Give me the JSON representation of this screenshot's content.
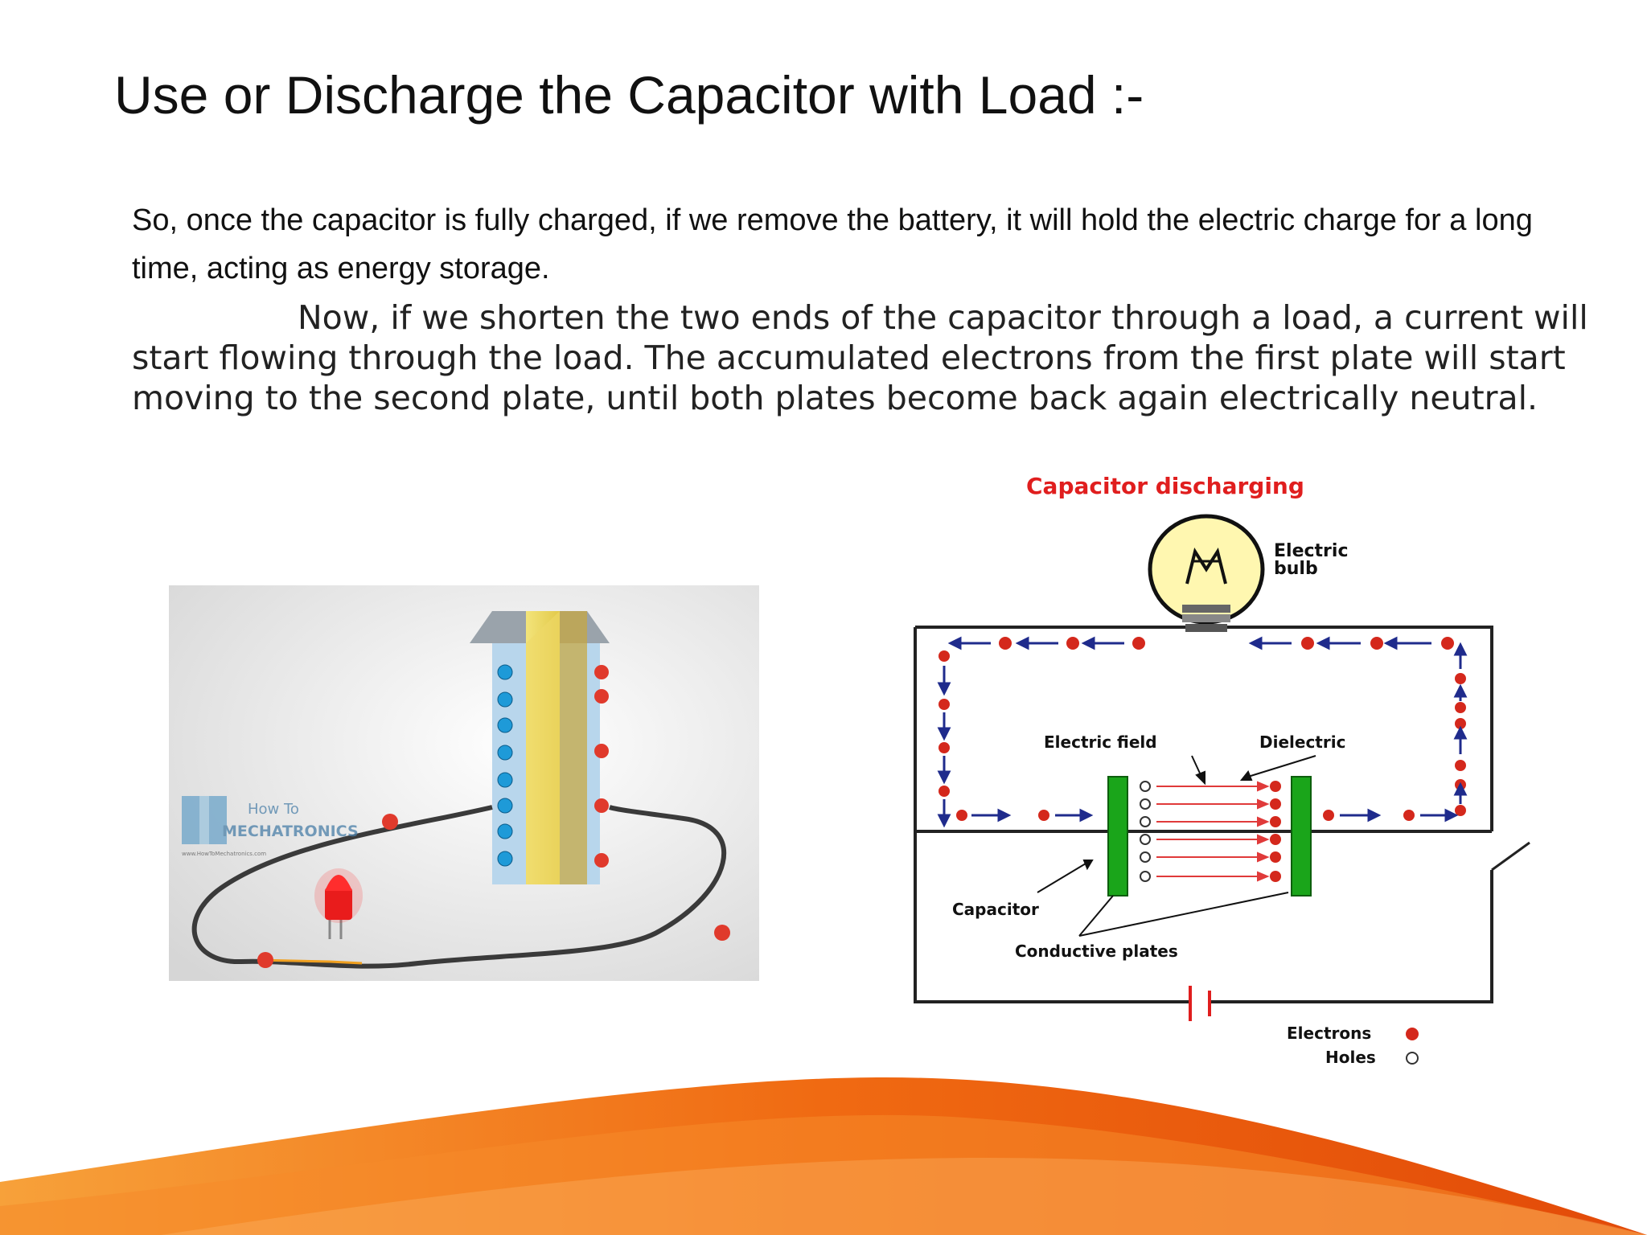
{
  "slide": {
    "title": "Use or Discharge the Capacitor with Load :-",
    "paragraph1": "So, once the capacitor is fully charged, if we remove the battery, it will hold the electric charge for a long time, acting as energy storage.",
    "paragraph2": "Now, if we shorten the two ends of the capacitor through a load, a current will start flowing through the load.  The accumulated electrons from the first plate will start moving to the second plate, until both plates become back again electrically neutral."
  },
  "photo": {
    "watermark_line1": "How To",
    "watermark_line2": "MECHATRONICS",
    "watermark_url": "www.HowToMechatronics.com"
  },
  "diagram": {
    "title": "Capacitor discharging",
    "bulb_label_line1": "Electric",
    "bulb_label_line2": "bulb",
    "electric_field_label": "Electric field",
    "dielectric_label": "Dielectric",
    "capacitor_label": "Capacitor",
    "plates_label": "Conductive plates",
    "legend_electrons": "Electrons",
    "legend_holes": "Holes",
    "colors": {
      "title": "#e01e1e",
      "plate": "#1aa51a",
      "electron": "#d4281c",
      "arrow": "#1f2b8c",
      "field": "#e03a3a"
    }
  }
}
